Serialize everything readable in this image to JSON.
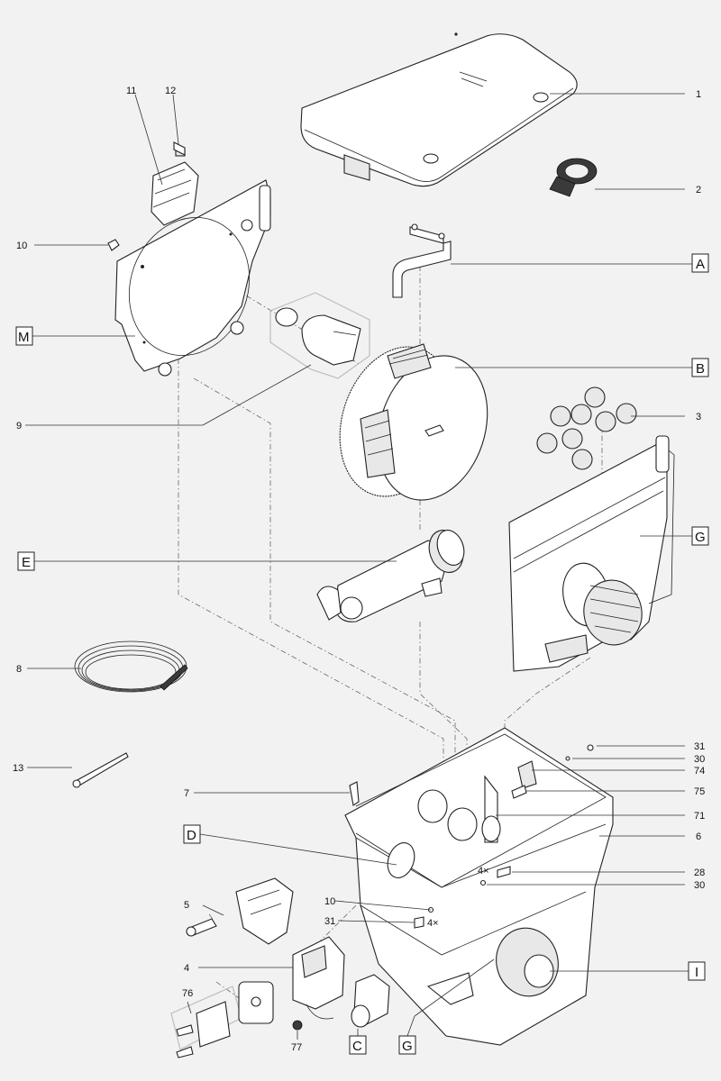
{
  "labels": {
    "l1": "1",
    "l2": "2",
    "l3": "3",
    "l4": "4",
    "l5": "5",
    "l6": "6",
    "l7": "7",
    "l8": "8",
    "l9": "9",
    "l10a": "10",
    "l10b": "10",
    "l11": "11",
    "l12": "12",
    "l13": "13",
    "l28": "28",
    "l30a": "30",
    "l30b": "30",
    "l31a": "31",
    "l31b": "31",
    "l71": "71",
    "l74": "74",
    "l75": "75",
    "l76": "76",
    "l77": "77",
    "mult_a": "4×",
    "mult_b": "4×"
  },
  "boxed_labels": {
    "A": "A",
    "B": "B",
    "C": "C",
    "D": "D",
    "E": "E",
    "G1": "G",
    "G2": "G",
    "I": "I",
    "M": "M"
  }
}
